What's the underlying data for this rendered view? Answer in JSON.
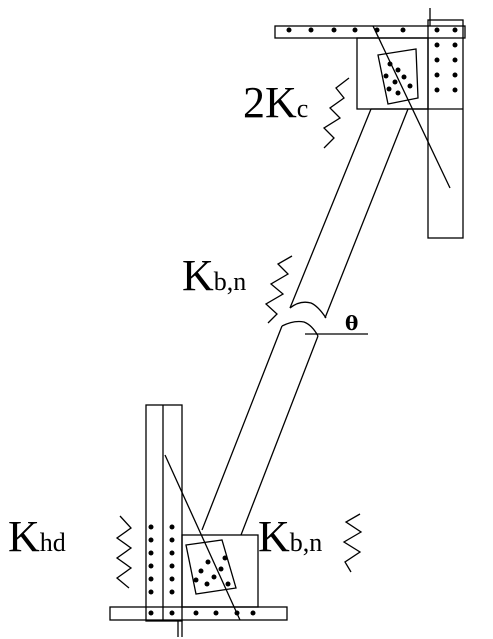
{
  "labels": {
    "spring_top": {
      "main": "2K",
      "sub": "c"
    },
    "spring_mid": {
      "main": "K",
      "sub": "b,n"
    },
    "theta": "θ",
    "spring_left": {
      "main": "K",
      "sub": "hd"
    },
    "spring_right": {
      "main": "K",
      "sub": "b,n"
    }
  },
  "colors": {
    "ink": "#000000",
    "background": "#ffffff"
  }
}
